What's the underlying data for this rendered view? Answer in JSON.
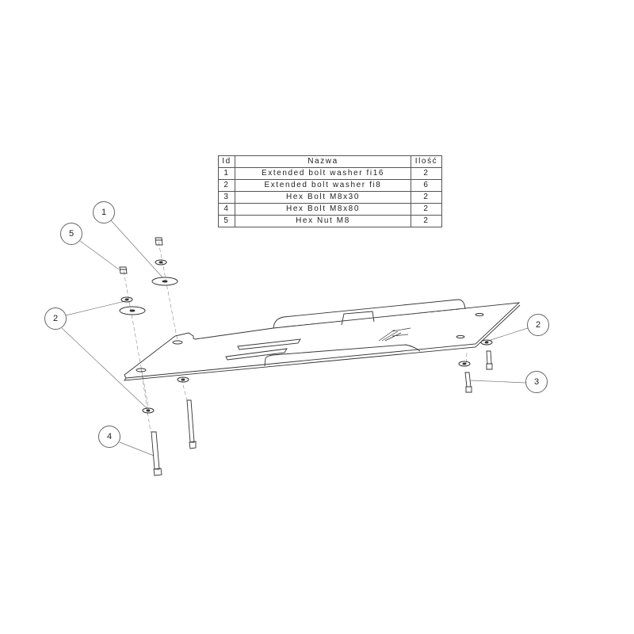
{
  "table": {
    "headers": [
      "Id",
      "Nazwa",
      "Ilość"
    ],
    "rows": [
      {
        "id": "1",
        "name": "Extended bolt washer fi16",
        "qty": "2"
      },
      {
        "id": "2",
        "name": "Extended bolt washer fi8",
        "qty": "6"
      },
      {
        "id": "3",
        "name": "Hex Bolt M8x30",
        "qty": "2"
      },
      {
        "id": "4",
        "name": "Hex Bolt M8x80",
        "qty": "2"
      },
      {
        "id": "5",
        "name": "Hex Nut M8",
        "qty": "2"
      }
    ]
  },
  "callouts": [
    "1",
    "5",
    "2",
    "4",
    "2",
    "3"
  ]
}
